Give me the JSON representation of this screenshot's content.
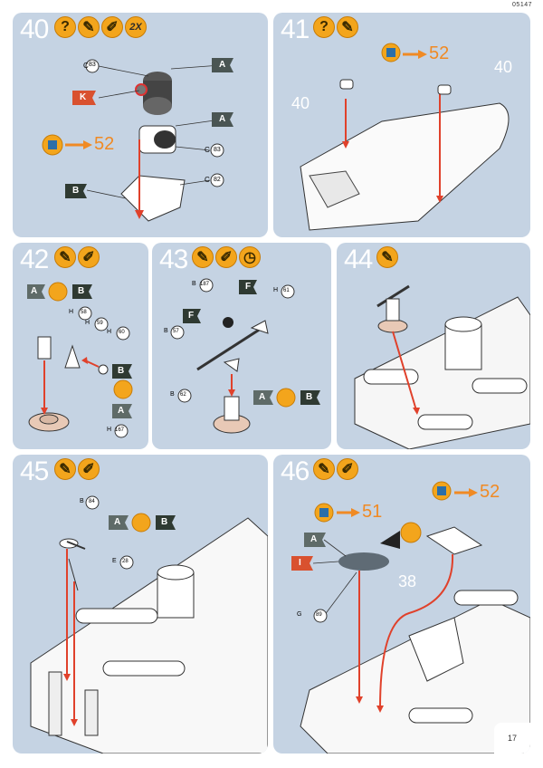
{
  "document": {
    "code": "05147",
    "page_number": "17"
  },
  "colors": {
    "panel": "#c5d3e3",
    "accent_orange": "#f3a51c",
    "arrow_orange": "#f08a24",
    "arrow_red": "#e0412b",
    "flag_dark": "#3c4a3e",
    "flag_gray": "#5f6b68",
    "flag_red": "#d9512f"
  },
  "steps": [
    {
      "number": "40",
      "icons": [
        "question-icon",
        "glue-icon",
        "paint-icon"
      ],
      "quantity": "2X",
      "labels": {
        "part_c83_a": "83",
        "part_c83_b": "83",
        "part_c82": "82",
        "c": "C",
        "flag_a1": "A",
        "flag_a2": "A",
        "flag_k": "K",
        "flag_b": "B",
        "goto": "52"
      }
    },
    {
      "number": "41",
      "icons": [
        "question-icon",
        "glue-icon"
      ],
      "labels": {
        "goto": "52",
        "ref_left": "40",
        "ref_right": "40"
      }
    },
    {
      "number": "42",
      "icons": [
        "glue-icon",
        "paint-icon"
      ],
      "labels": {
        "flag_a": "A",
        "flag_b": "B",
        "flag_b2": "B",
        "flag_a2": "A",
        "h": "H",
        "p58": "58",
        "p59": "59",
        "p60": "60",
        "p167": "167"
      }
    },
    {
      "number": "43",
      "icons": [
        "glue-icon",
        "paint-icon",
        "clock-icon"
      ],
      "labels": {
        "b": "B",
        "h": "H",
        "p187": "187",
        "p57": "57",
        "p62": "62",
        "p61": "61",
        "flag_f1": "F",
        "flag_f2": "F",
        "flag_a": "A",
        "flag_b": "B"
      }
    },
    {
      "number": "44",
      "icons": [
        "glue-icon"
      ],
      "labels": {}
    },
    {
      "number": "45",
      "icons": [
        "glue-icon",
        "paint-icon"
      ],
      "labels": {
        "b": "B",
        "e": "E",
        "p84": "84",
        "p28": "28",
        "flag_a": "A",
        "flag_b": "B"
      }
    },
    {
      "number": "46",
      "icons": [
        "glue-icon",
        "paint-icon"
      ],
      "labels": {
        "goto51": "51",
        "goto52": "52",
        "ref38": "38",
        "flag_a": "A",
        "flag_i": "I",
        "g": "G",
        "p89": "89"
      }
    }
  ]
}
